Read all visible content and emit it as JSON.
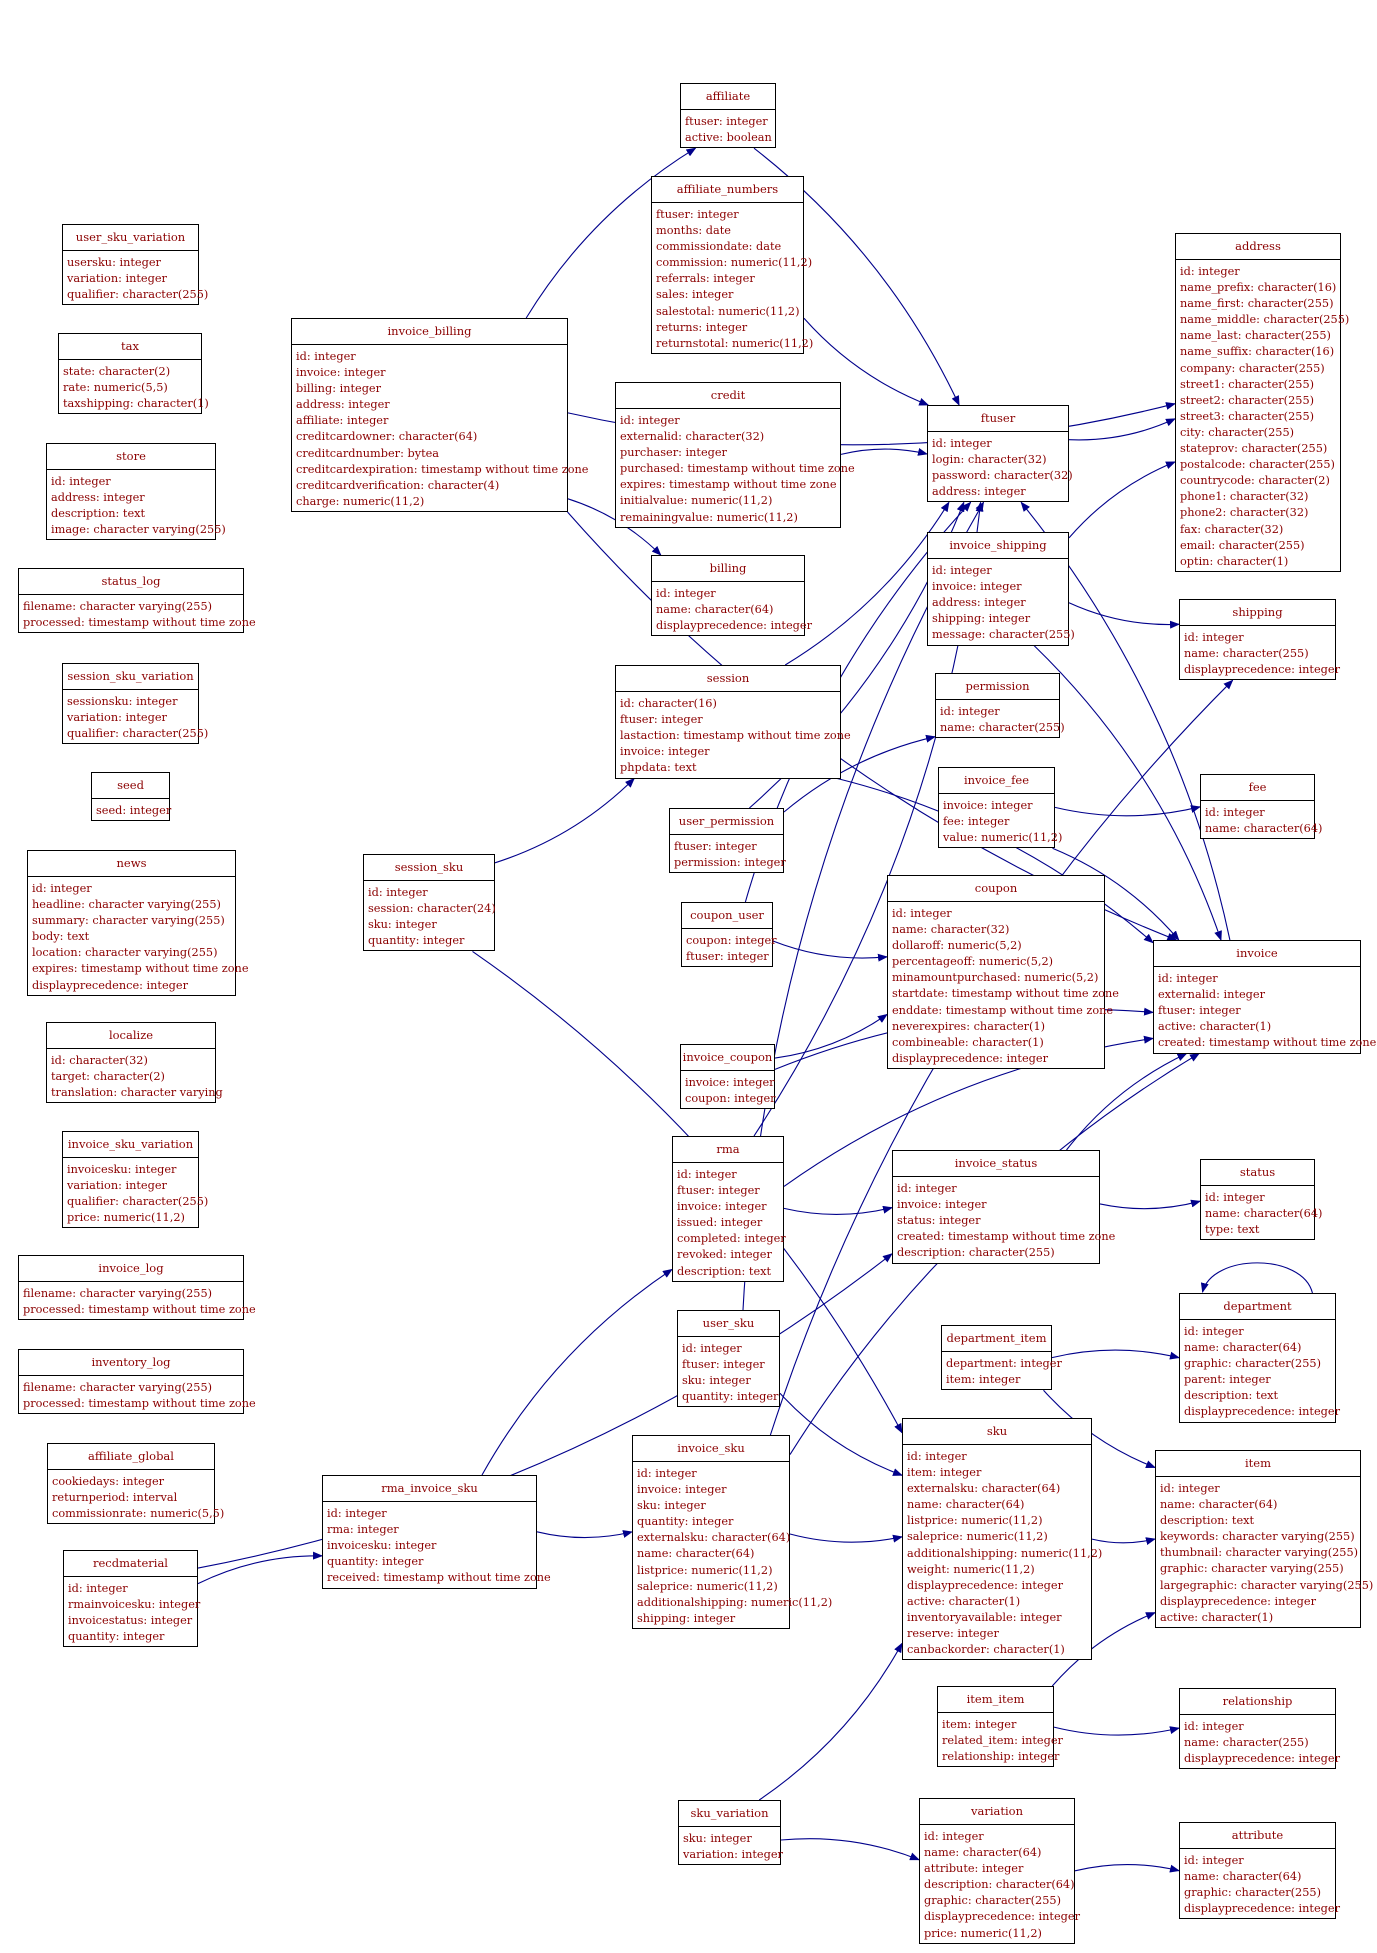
{
  "tables": [
    {
      "id": "user_sku_variation",
      "name": "user_sku_variation",
      "fields": [
        "usersku: integer",
        "variation: integer",
        "qualifier: character(255)"
      ]
    },
    {
      "id": "tax",
      "name": "tax",
      "fields": [
        "state: character(2)",
        "rate: numeric(5,5)",
        "taxshipping: character(1)"
      ]
    },
    {
      "id": "store",
      "name": "store",
      "fields": [
        "id: integer",
        "address: integer",
        "description: text",
        "image: character varying(255)"
      ]
    },
    {
      "id": "status_log",
      "name": "status_log",
      "fields": [
        "filename: character varying(255)",
        "processed: timestamp without time zone"
      ]
    },
    {
      "id": "session_sku_variation",
      "name": "session_sku_variation",
      "fields": [
        "sessionsku: integer",
        "variation: integer",
        "qualifier: character(255)"
      ]
    },
    {
      "id": "seed",
      "name": "seed",
      "fields": [
        "seed: integer"
      ]
    },
    {
      "id": "news",
      "name": "news",
      "fields": [
        "id: integer",
        "headline: character varying(255)",
        "summary: character varying(255)",
        "body: text",
        "location: character varying(255)",
        "expires: timestamp without time zone",
        "displayprecedence: integer"
      ]
    },
    {
      "id": "localize",
      "name": "localize",
      "fields": [
        "id: character(32)",
        "target: character(2)",
        "translation: character varying"
      ]
    },
    {
      "id": "invoice_sku_variation",
      "name": "invoice_sku_variation",
      "fields": [
        "invoicesku: integer",
        "variation: integer",
        "qualifier: character(255)",
        "price: numeric(11,2)"
      ]
    },
    {
      "id": "invoice_log",
      "name": "invoice_log",
      "fields": [
        "filename: character varying(255)",
        "processed: timestamp without time zone"
      ]
    },
    {
      "id": "inventory_log",
      "name": "inventory_log",
      "fields": [
        "filename: character varying(255)",
        "processed: timestamp without time zone"
      ]
    },
    {
      "id": "affiliate_global",
      "name": "affiliate_global",
      "fields": [
        "cookiedays: integer",
        "returnperiod: interval",
        "commissionrate: numeric(5,5)"
      ]
    },
    {
      "id": "recdmaterial",
      "name": "recdmaterial",
      "fields": [
        "id: integer",
        "rmainvoicesku: integer",
        "invoicestatus: integer",
        "quantity: integer"
      ]
    },
    {
      "id": "invoice_billing",
      "name": "invoice_billing",
      "fields": [
        "id: integer",
        "invoice: integer",
        "billing: integer",
        "address: integer",
        "affiliate: integer",
        "creditcardowner: character(64)",
        "creditcardnumber: bytea",
        "creditcardexpiration: timestamp without time zone",
        "creditcardverification: character(4)",
        "charge: numeric(11,2)"
      ]
    },
    {
      "id": "session_sku",
      "name": "session_sku",
      "fields": [
        "id: integer",
        "session: character(24)",
        "sku: integer",
        "quantity: integer"
      ]
    },
    {
      "id": "rma_invoice_sku",
      "name": "rma_invoice_sku",
      "fields": [
        "id: integer",
        "rma: integer",
        "invoicesku: integer",
        "quantity: integer",
        "received: timestamp without time zone"
      ]
    },
    {
      "id": "affiliate",
      "name": "affiliate",
      "fields": [
        "ftuser: integer",
        "active: boolean"
      ]
    },
    {
      "id": "affiliate_numbers",
      "name": "affiliate_numbers",
      "fields": [
        "ftuser: integer",
        "months: date",
        "commissiondate: date",
        "commission: numeric(11,2)",
        "referrals: integer",
        "sales: integer",
        "salestotal: numeric(11,2)",
        "returns: integer",
        "returnstotal: numeric(11,2)"
      ]
    },
    {
      "id": "credit",
      "name": "credit",
      "fields": [
        "id: integer",
        "externalid: character(32)",
        "purchaser: integer",
        "purchased: timestamp without time zone",
        "expires: timestamp without time zone",
        "initialvalue: numeric(11,2)",
        "remainingvalue: numeric(11,2)"
      ]
    },
    {
      "id": "billing",
      "name": "billing",
      "fields": [
        "id: integer",
        "name: character(64)",
        "displayprecedence: integer"
      ]
    },
    {
      "id": "session",
      "name": "session",
      "fields": [
        "id: character(16)",
        "ftuser: integer",
        "lastaction: timestamp without time zone",
        "invoice: integer",
        "phpdata: text"
      ]
    },
    {
      "id": "user_permission",
      "name": "user_permission",
      "fields": [
        "ftuser: integer",
        "permission: integer"
      ]
    },
    {
      "id": "coupon_user",
      "name": "coupon_user",
      "fields": [
        "coupon: integer",
        "ftuser: integer"
      ]
    },
    {
      "id": "invoice_coupon",
      "name": "invoice_coupon",
      "fields": [
        "invoice: integer",
        "coupon: integer"
      ]
    },
    {
      "id": "rma",
      "name": "rma",
      "fields": [
        "id: integer",
        "ftuser: integer",
        "invoice: integer",
        "issued: integer",
        "completed: integer",
        "revoked: integer",
        "description: text"
      ]
    },
    {
      "id": "user_sku",
      "name": "user_sku",
      "fields": [
        "id: integer",
        "ftuser: integer",
        "sku: integer",
        "quantity: integer"
      ]
    },
    {
      "id": "invoice_sku",
      "name": "invoice_sku",
      "fields": [
        "id: integer",
        "invoice: integer",
        "sku: integer",
        "quantity: integer",
        "externalsku: character(64)",
        "name: character(64)",
        "listprice: numeric(11,2)",
        "saleprice: numeric(11,2)",
        "additionalshipping: numeric(11,2)",
        "shipping: integer"
      ]
    },
    {
      "id": "sku_variation",
      "name": "sku_variation",
      "fields": [
        "sku: integer",
        "variation: integer"
      ]
    },
    {
      "id": "ftuser",
      "name": "ftuser",
      "fields": [
        "id: integer",
        "login: character(32)",
        "password: character(32)",
        "address: integer"
      ]
    },
    {
      "id": "invoice_shipping",
      "name": "invoice_shipping",
      "fields": [
        "id: integer",
        "invoice: integer",
        "address: integer",
        "shipping: integer",
        "message: character(255)"
      ]
    },
    {
      "id": "permission",
      "name": "permission",
      "fields": [
        "id: integer",
        "name: character(255)"
      ]
    },
    {
      "id": "invoice_fee",
      "name": "invoice_fee",
      "fields": [
        "invoice: integer",
        "fee: integer",
        "value: numeric(11,2)"
      ]
    },
    {
      "id": "coupon",
      "name": "coupon",
      "fields": [
        "id: integer",
        "name: character(32)",
        "dollaroff: numeric(5,2)",
        "percentageoff: numeric(5,2)",
        "minamountpurchased: numeric(5,2)",
        "startdate: timestamp without time zone",
        "enddate: timestamp without time zone",
        "neverexpires: character(1)",
        "combineable: character(1)",
        "displayprecedence: integer"
      ]
    },
    {
      "id": "invoice_status",
      "name": "invoice_status",
      "fields": [
        "id: integer",
        "invoice: integer",
        "status: integer",
        "created: timestamp without time zone",
        "description: character(255)"
      ]
    },
    {
      "id": "department_item",
      "name": "department_item",
      "fields": [
        "department: integer",
        "item: integer"
      ]
    },
    {
      "id": "sku",
      "name": "sku",
      "fields": [
        "id: integer",
        "item: integer",
        "externalsku: character(64)",
        "name: character(64)",
        "listprice: numeric(11,2)",
        "saleprice: numeric(11,2)",
        "additionalshipping: numeric(11,2)",
        "weight: numeric(11,2)",
        "displayprecedence: integer",
        "active: character(1)",
        "inventoryavailable: integer",
        "reserve: integer",
        "canbackorder: character(1)"
      ]
    },
    {
      "id": "item_item",
      "name": "item_item",
      "fields": [
        "item: integer",
        "related_item: integer",
        "relationship: integer"
      ]
    },
    {
      "id": "variation",
      "name": "variation",
      "fields": [
        "id: integer",
        "name: character(64)",
        "attribute: integer",
        "description: character(64)",
        "graphic: character(255)",
        "displayprecedence: integer",
        "price: numeric(11,2)"
      ]
    },
    {
      "id": "address",
      "name": "address",
      "fields": [
        "id: integer",
        "name_prefix: character(16)",
        "name_first: character(255)",
        "name_middle: character(255)",
        "name_last: character(255)",
        "name_suffix: character(16)",
        "company: character(255)",
        "street1: character(255)",
        "street2: character(255)",
        "street3: character(255)",
        "city: character(255)",
        "stateprov: character(255)",
        "postalcode: character(255)",
        "countrycode: character(2)",
        "phone1: character(32)",
        "phone2: character(32)",
        "fax: character(32)",
        "email: character(255)",
        "optin: character(1)"
      ]
    },
    {
      "id": "shipping",
      "name": "shipping",
      "fields": [
        "id: integer",
        "name: character(255)",
        "displayprecedence: integer"
      ]
    },
    {
      "id": "fee",
      "name": "fee",
      "fields": [
        "id: integer",
        "name: character(64)"
      ]
    },
    {
      "id": "invoice",
      "name": "invoice",
      "fields": [
        "id: integer",
        "externalid: integer",
        "ftuser: integer",
        "active: character(1)",
        "created: timestamp without time zone"
      ]
    },
    {
      "id": "status",
      "name": "status",
      "fields": [
        "id: integer",
        "name: character(64)",
        "type: text"
      ]
    },
    {
      "id": "department",
      "name": "department",
      "fields": [
        "id: integer",
        "name: character(64)",
        "graphic: character(255)",
        "parent: integer",
        "description: text",
        "displayprecedence: integer"
      ]
    },
    {
      "id": "item",
      "name": "item",
      "fields": [
        "id: integer",
        "name: character(64)",
        "description: text",
        "keywords: character varying(255)",
        "thumbnail: character varying(255)",
        "graphic: character varying(255)",
        "largegraphic: character varying(255)",
        "displayprecedence: integer",
        "active: character(1)"
      ]
    },
    {
      "id": "relationship",
      "name": "relationship",
      "fields": [
        "id: integer",
        "name: character(255)",
        "displayprecedence: integer"
      ]
    },
    {
      "id": "attribute",
      "name": "attribute",
      "fields": [
        "id: integer",
        "name: character(64)",
        "graphic: character(255)",
        "displayprecedence: integer"
      ]
    }
  ],
  "relations": [
    [
      "invoice_billing",
      "affiliate"
    ],
    [
      "invoice_billing",
      "address"
    ],
    [
      "invoice_billing",
      "billing"
    ],
    [
      "invoice_billing",
      "invoice"
    ],
    [
      "affiliate",
      "ftuser"
    ],
    [
      "affiliate_numbers",
      "ftuser"
    ],
    [
      "credit",
      "ftuser"
    ],
    [
      "session",
      "ftuser"
    ],
    [
      "session",
      "invoice"
    ],
    [
      "session_sku",
      "session"
    ],
    [
      "session_sku",
      "sku"
    ],
    [
      "user_permission",
      "ftuser"
    ],
    [
      "user_permission",
      "permission"
    ],
    [
      "coupon_user",
      "coupon"
    ],
    [
      "coupon_user",
      "ftuser"
    ],
    [
      "invoice_coupon",
      "coupon"
    ],
    [
      "invoice_coupon",
      "invoice"
    ],
    [
      "rma",
      "ftuser"
    ],
    [
      "rma",
      "invoice"
    ],
    [
      "rma",
      "invoice_status"
    ],
    [
      "rma_invoice_sku",
      "rma"
    ],
    [
      "rma_invoice_sku",
      "invoice_sku"
    ],
    [
      "recdmaterial",
      "rma_invoice_sku"
    ],
    [
      "recdmaterial",
      "invoice_status"
    ],
    [
      "user_sku",
      "ftuser"
    ],
    [
      "user_sku",
      "sku"
    ],
    [
      "invoice_sku",
      "invoice"
    ],
    [
      "invoice_sku",
      "sku"
    ],
    [
      "invoice_sku",
      "shipping"
    ],
    [
      "sku_variation",
      "sku"
    ],
    [
      "sku_variation",
      "variation"
    ],
    [
      "ftuser",
      "address"
    ],
    [
      "invoice_shipping",
      "address"
    ],
    [
      "invoice_shipping",
      "shipping"
    ],
    [
      "invoice_shipping",
      "invoice"
    ],
    [
      "invoice_fee",
      "fee"
    ],
    [
      "invoice_fee",
      "invoice"
    ],
    [
      "invoice_status",
      "status"
    ],
    [
      "invoice_status",
      "invoice"
    ],
    [
      "invoice",
      "ftuser"
    ],
    [
      "department_item",
      "department"
    ],
    [
      "department_item",
      "item"
    ],
    [
      "department",
      "department"
    ],
    [
      "sku",
      "item"
    ],
    [
      "item_item",
      "item"
    ],
    [
      "item_item",
      "relationship"
    ],
    [
      "variation",
      "attribute"
    ]
  ],
  "colors": {
    "text": "#8b0000",
    "border": "#000000",
    "edge": "#00008b"
  }
}
